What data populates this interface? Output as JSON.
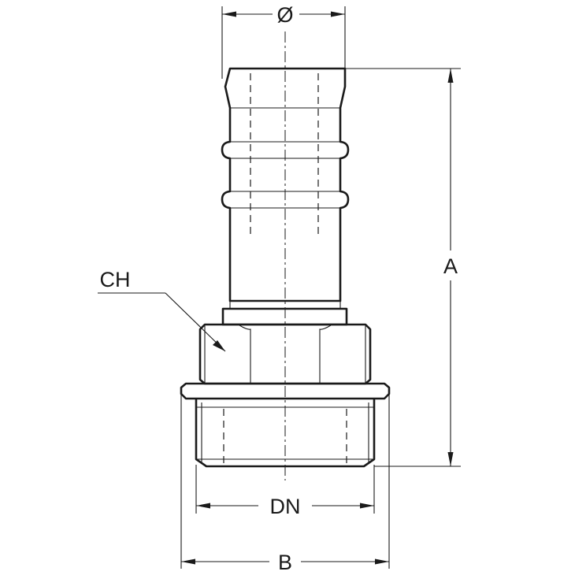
{
  "labels": {
    "diameter": "Ø",
    "height": "A",
    "hex": "CH",
    "thread": "DN",
    "flange": "B"
  }
}
